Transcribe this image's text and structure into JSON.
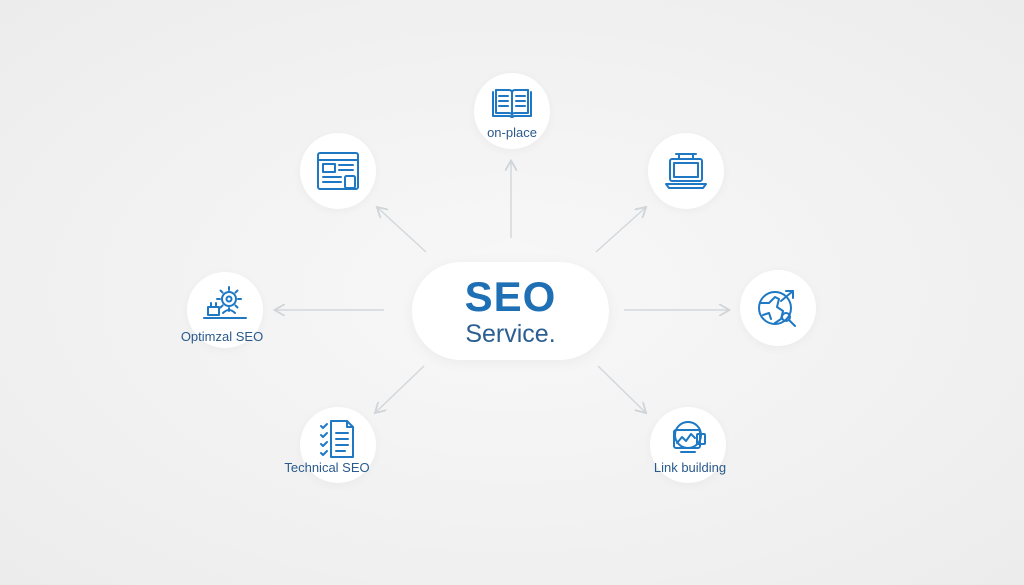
{
  "center": {
    "title": "SEO",
    "subtitle": "Service."
  },
  "nodes": {
    "top": {
      "label": "on-place",
      "icon": "open-book-icon"
    },
    "top_left": {
      "label": "",
      "icon": "web-layout-icon"
    },
    "top_right": {
      "label": "",
      "icon": "laptop-icon"
    },
    "left": {
      "label": "Optimzal SEO",
      "icon": "gear-user-icon"
    },
    "right": {
      "label": "",
      "icon": "globe-search-icon"
    },
    "bottom_left": {
      "label": "Technical SEO",
      "icon": "checklist-document-icon"
    },
    "bottom_right": {
      "label": "Link building",
      "icon": "chart-monitor-icon"
    }
  },
  "colors": {
    "accent": "#1f78c4",
    "title": "#1f6fb5",
    "label": "#2a5a8c",
    "connector": "#d4d8dc",
    "background": "#f2f2f2"
  }
}
